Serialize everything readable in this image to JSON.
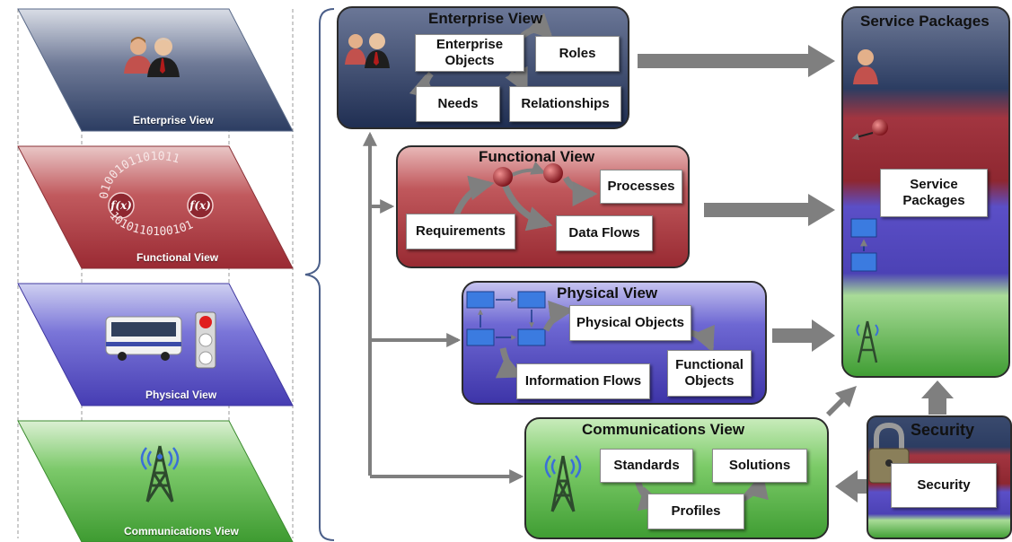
{
  "layers": {
    "enterprise": "Enterprise View",
    "functional": "Functional View",
    "physical": "Physical View",
    "communications": "Communications View",
    "binary_top": "0100101101011",
    "binary_bottom": "1010110100101",
    "fx": "f(x)"
  },
  "enterprise_view": {
    "title": "Enterprise View",
    "boxes": [
      "Enterprise\nObjects",
      "Roles",
      "Needs",
      "Relationships"
    ]
  },
  "functional_view": {
    "title": "Functional View",
    "boxes": [
      "Processes",
      "Requirements",
      "Data Flows"
    ]
  },
  "physical_view": {
    "title": "Physical View",
    "boxes": [
      "Physical Objects",
      "Information Flows",
      "Functional\nObjects"
    ]
  },
  "communications_view": {
    "title": "Communications View",
    "boxes": [
      "Standards",
      "Solutions",
      "Profiles"
    ]
  },
  "service_packages": {
    "title": "Service Packages",
    "box": "Service\nPackages"
  },
  "security": {
    "title": "Security",
    "box": "Security"
  },
  "colors": {
    "enterprise": "#2c3d62",
    "functional": "#a8333c",
    "physical": "#4d43b8",
    "communications": "#4fa93d",
    "arrow": "#7f7f7f"
  }
}
